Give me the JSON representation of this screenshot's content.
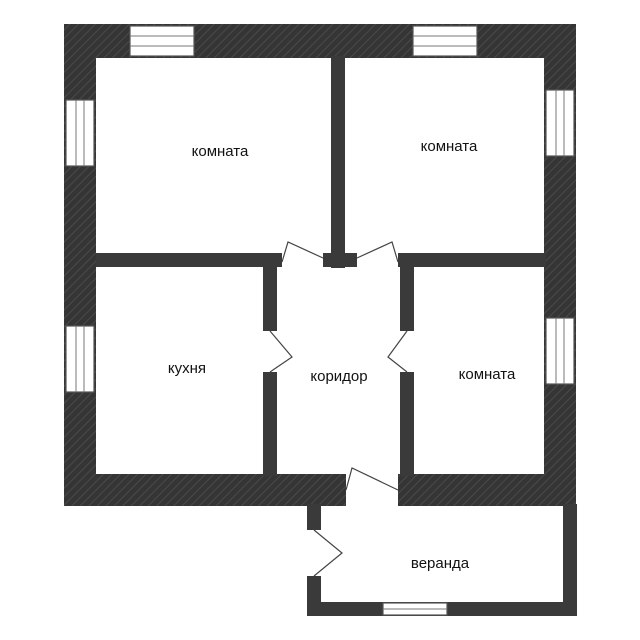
{
  "rooms": [
    {
      "key": "room1",
      "label": "комната"
    },
    {
      "key": "room2",
      "label": "комната"
    },
    {
      "key": "kitchen",
      "label": "кухня"
    },
    {
      "key": "corridor",
      "label": "коридор"
    },
    {
      "key": "room3",
      "label": "комната"
    },
    {
      "key": "veranda",
      "label": "веранда"
    }
  ]
}
